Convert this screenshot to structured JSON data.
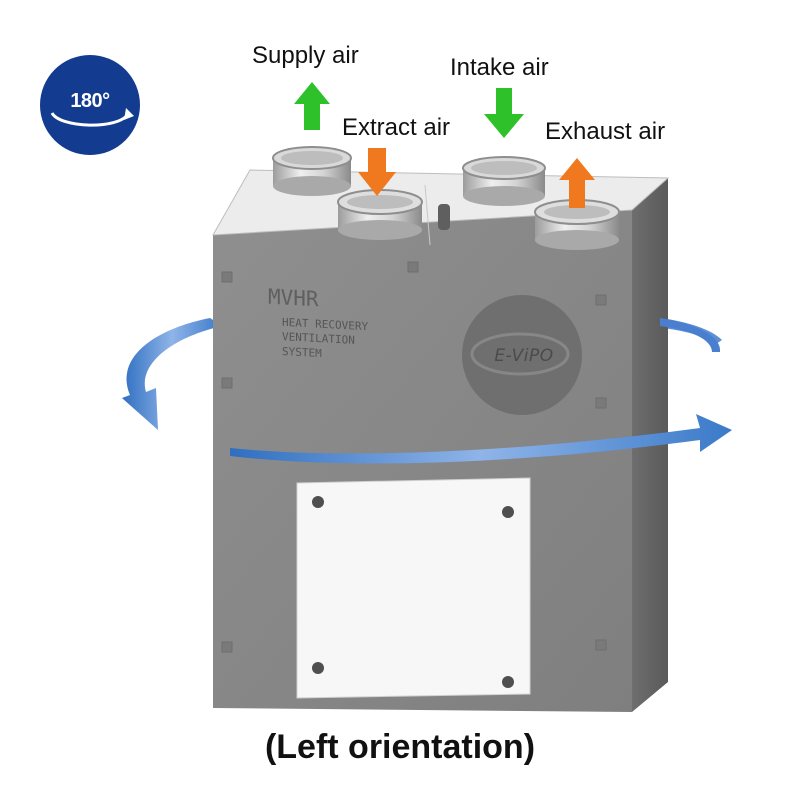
{
  "orientation_badge": {
    "text": "180°",
    "color": "#133c91"
  },
  "airflows": [
    {
      "label": "Supply air",
      "direction": "up",
      "color": "#2fc12a"
    },
    {
      "label": "Extract air",
      "direction": "down",
      "color": "#f0791f"
    },
    {
      "label": "Intake air",
      "direction": "down",
      "color": "#2fc12a"
    },
    {
      "label": "Exhaust air",
      "direction": "up",
      "color": "#f0791f"
    }
  ],
  "unit": {
    "title": "MVHR",
    "description_lines": [
      "HEAT RECOVERY",
      "VENTILATION",
      "SYSTEM"
    ],
    "brand": "E-ViPO",
    "body_color": "#8a8a8a",
    "top_panel_color": "#ececec"
  },
  "rotation_arrow_color": "#5b8fd6",
  "caption": "(Left orientation)"
}
